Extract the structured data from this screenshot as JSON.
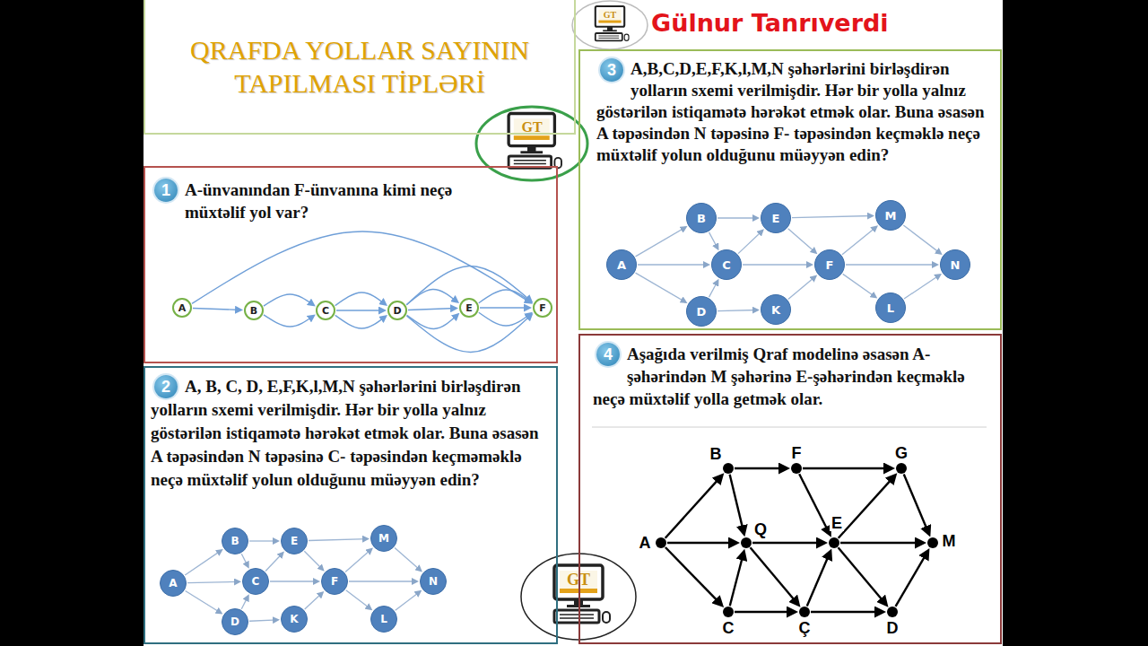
{
  "diagram": {
    "title": "QRAFDA YOLLAR SAYININ TAPILMASI TİPLƏRİ",
    "nodes": [
      {
        "text": [
          "1",
          "A-ünvanından F-ünvanına kimi neçə müxtəlif yol var?"
        ]
      },
      {
        "text": [
          "A"
        ],
        "in": 0
      },
      {
        "text": [
          "B"
        ],
        "in": 0
      },
      {
        "text": [
          "C"
        ],
        "in": 0
      },
      {
        "text": [
          "D"
        ],
        "in": 0
      },
      {
        "text": [
          "E"
        ],
        "in": 0
      },
      {
        "text": [
          "F"
        ],
        "in": 0
      },
      {
        "text": [
          "2",
          "A, B, C, D, E,F,K,l,M,N şəhərlərini birləşdirən yolların sxemi verilmişdir. Hər bir yolla yalnız göstərilən istiqamətə hərəkət etmək olar. Buna əsasən A təpəsindən N təpəsinə C- təpəsindən keçməməklə neçə müxtəlif yolun olduğunu müəyyən edin?"
        ]
      },
      {
        "text": [
          "A"
        ],
        "in": 7
      },
      {
        "text": [
          "B"
        ],
        "in": 7
      },
      {
        "text": [
          "C"
        ],
        "in": 7
      },
      {
        "text": [
          "D"
        ],
        "in": 7
      },
      {
        "text": [
          "E"
        ],
        "in": 7
      },
      {
        "text": [
          "F"
        ],
        "in": 7
      },
      {
        "text": [
          "K"
        ],
        "in": 7
      },
      {
        "text": [
          "L"
        ],
        "in": 7
      },
      {
        "text": [
          "M"
        ],
        "in": 7
      },
      {
        "text": [
          "N"
        ],
        "in": 7
      },
      {
        "text": [
          "3",
          "A,B,C,D,E,F,K,l,M,N şəhərlərini birləşdirən yolların sxemi verilmişdir. Hər bir yolla yalnız göstərilən istiqamətə hərəkət etmək olar. Buna əsasən A təpəsindən N təpəsinə F- təpəsindən keçməklə neçə müxtəlif yolun olduğunu müəyyən edin?"
        ]
      },
      {
        "text": [
          "A"
        ],
        "in": 18
      },
      {
        "text": [
          "B"
        ],
        "in": 18
      },
      {
        "text": [
          "C"
        ],
        "in": 18
      },
      {
        "text": [
          "D"
        ],
        "in": 18
      },
      {
        "text": [
          "E"
        ],
        "in": 18
      },
      {
        "text": [
          "F"
        ],
        "in": 18
      },
      {
        "text": [
          "K"
        ],
        "in": 18
      },
      {
        "text": [
          "L"
        ],
        "in": 18
      },
      {
        "text": [
          "M"
        ],
        "in": 18
      },
      {
        "text": [
          "N"
        ],
        "in": 18
      },
      {
        "text": [
          "4",
          "Aşağıda verilmiş Qraf modelinə əsasən A-şəhərindən M şəhərinə E-şəhərindən keçməklə neçə müxtəlif yolla getmək olar."
        ]
      },
      {
        "text": [
          "A"
        ],
        "in": 29
      },
      {
        "text": [
          "B"
        ],
        "in": 29
      },
      {
        "text": [
          "F"
        ],
        "in": 29
      },
      {
        "text": [
          "G"
        ],
        "in": 29
      },
      {
        "text": [
          "Q"
        ],
        "in": 29
      },
      {
        "text": [
          "E"
        ],
        "in": 29
      },
      {
        "text": [
          "M"
        ],
        "in": 29
      },
      {
        "text": [
          "C"
        ],
        "in": 29
      },
      {
        "text": [
          "Ç"
        ],
        "in": 29
      },
      {
        "text": [
          "D"
        ],
        "in": 29
      }
    ],
    "edges": [
      {
        "from": 1,
        "to": 2,
        "arrow": "to"
      },
      {
        "from": 1,
        "to": 6,
        "arrow": "to"
      },
      {
        "from": 2,
        "to": 3,
        "arrow": "to"
      },
      {
        "from": 2,
        "to": 3,
        "arrow": "to"
      },
      {
        "from": 3,
        "to": 4,
        "arrow": "to"
      },
      {
        "from": 3,
        "to": 4,
        "arrow": "to"
      },
      {
        "from": 3,
        "to": 4,
        "arrow": "to"
      },
      {
        "from": 4,
        "to": 5,
        "arrow": "to"
      },
      {
        "from": 4,
        "to": 5,
        "arrow": "to"
      },
      {
        "from": 4,
        "to": 5,
        "arrow": "to"
      },
      {
        "from": 4,
        "to": 6,
        "arrow": "to"
      },
      {
        "from": 4,
        "to": 6,
        "arrow": "to"
      },
      {
        "from": 5,
        "to": 6,
        "arrow": "to"
      },
      {
        "from": 5,
        "to": 6,
        "arrow": "to"
      },
      {
        "from": 5,
        "to": 6,
        "arrow": "to"
      },
      {
        "from": 8,
        "to": 9,
        "arrow": "to"
      },
      {
        "from": 8,
        "to": 10,
        "arrow": "to"
      },
      {
        "from": 8,
        "to": 11,
        "arrow": "to"
      },
      {
        "from": 9,
        "to": 10,
        "arrow": "to"
      },
      {
        "from": 9,
        "to": 12,
        "arrow": "to"
      },
      {
        "from": 11,
        "to": 10,
        "arrow": "to"
      },
      {
        "from": 11,
        "to": 14,
        "arrow": "to"
      },
      {
        "from": 10,
        "to": 12,
        "arrow": "to"
      },
      {
        "from": 10,
        "to": 13,
        "arrow": "to"
      },
      {
        "from": 12,
        "to": 16,
        "arrow": "to"
      },
      {
        "from": 12,
        "to": 13,
        "arrow": "to"
      },
      {
        "from": 14,
        "to": 13,
        "arrow": "to"
      },
      {
        "from": 13,
        "to": 16,
        "arrow": "to"
      },
      {
        "from": 13,
        "to": 15,
        "arrow": "to"
      },
      {
        "from": 13,
        "to": 17,
        "arrow": "to"
      },
      {
        "from": 16,
        "to": 17,
        "arrow": "to"
      },
      {
        "from": 15,
        "to": 17,
        "arrow": "to"
      },
      {
        "from": 19,
        "to": 20,
        "arrow": "to"
      },
      {
        "from": 19,
        "to": 21,
        "arrow": "to"
      },
      {
        "from": 19,
        "to": 22,
        "arrow": "to"
      },
      {
        "from": 20,
        "to": 21,
        "arrow": "to"
      },
      {
        "from": 20,
        "to": 23,
        "arrow": "to"
      },
      {
        "from": 22,
        "to": 21,
        "arrow": "to"
      },
      {
        "from": 22,
        "to": 25,
        "arrow": "to"
      },
      {
        "from": 21,
        "to": 23,
        "arrow": "to"
      },
      {
        "from": 21,
        "to": 24,
        "arrow": "to"
      },
      {
        "from": 23,
        "to": 27,
        "arrow": "to"
      },
      {
        "from": 23,
        "to": 24,
        "arrow": "to"
      },
      {
        "from": 25,
        "to": 24,
        "arrow": "to"
      },
      {
        "from": 24,
        "to": 27,
        "arrow": "to"
      },
      {
        "from": 24,
        "to": 26,
        "arrow": "to"
      },
      {
        "from": 24,
        "to": 28,
        "arrow": "to"
      },
      {
        "from": 27,
        "to": 28,
        "arrow": "to"
      },
      {
        "from": 26,
        "to": 28,
        "arrow": "to"
      },
      {
        "from": 30,
        "to": 31,
        "arrow": "to"
      },
      {
        "from": 30,
        "to": 34,
        "arrow": "to"
      },
      {
        "from": 30,
        "to": 37,
        "arrow": "to"
      },
      {
        "from": 31,
        "to": 34,
        "arrow": "to"
      },
      {
        "from": 31,
        "to": 32,
        "arrow": "to"
      },
      {
        "from": 32,
        "to": 33,
        "arrow": "to"
      },
      {
        "from": 32,
        "to": 35,
        "arrow": "to"
      },
      {
        "from": 34,
        "to": 35,
        "arrow": "to"
      },
      {
        "from": 34,
        "to": 38,
        "arrow": "to"
      },
      {
        "from": 37,
        "to": 34,
        "arrow": "to"
      },
      {
        "from": 37,
        "to": 38,
        "arrow": "to"
      },
      {
        "from": 38,
        "to": 35,
        "arrow": "to"
      },
      {
        "from": 38,
        "to": 39,
        "arrow": "to"
      },
      {
        "from": 35,
        "to": 33,
        "arrow": "to"
      },
      {
        "from": 35,
        "to": 36,
        "arrow": "to"
      },
      {
        "from": 35,
        "to": 39,
        "arrow": "to"
      },
      {
        "from": 33,
        "to": 36,
        "arrow": "to"
      },
      {
        "from": 39,
        "to": 36,
        "arrow": "to"
      }
    ],
    "labels": [
      "Gülnur Tanrıverdi",
      "GT",
      "GT",
      "GT"
    ]
  }
}
